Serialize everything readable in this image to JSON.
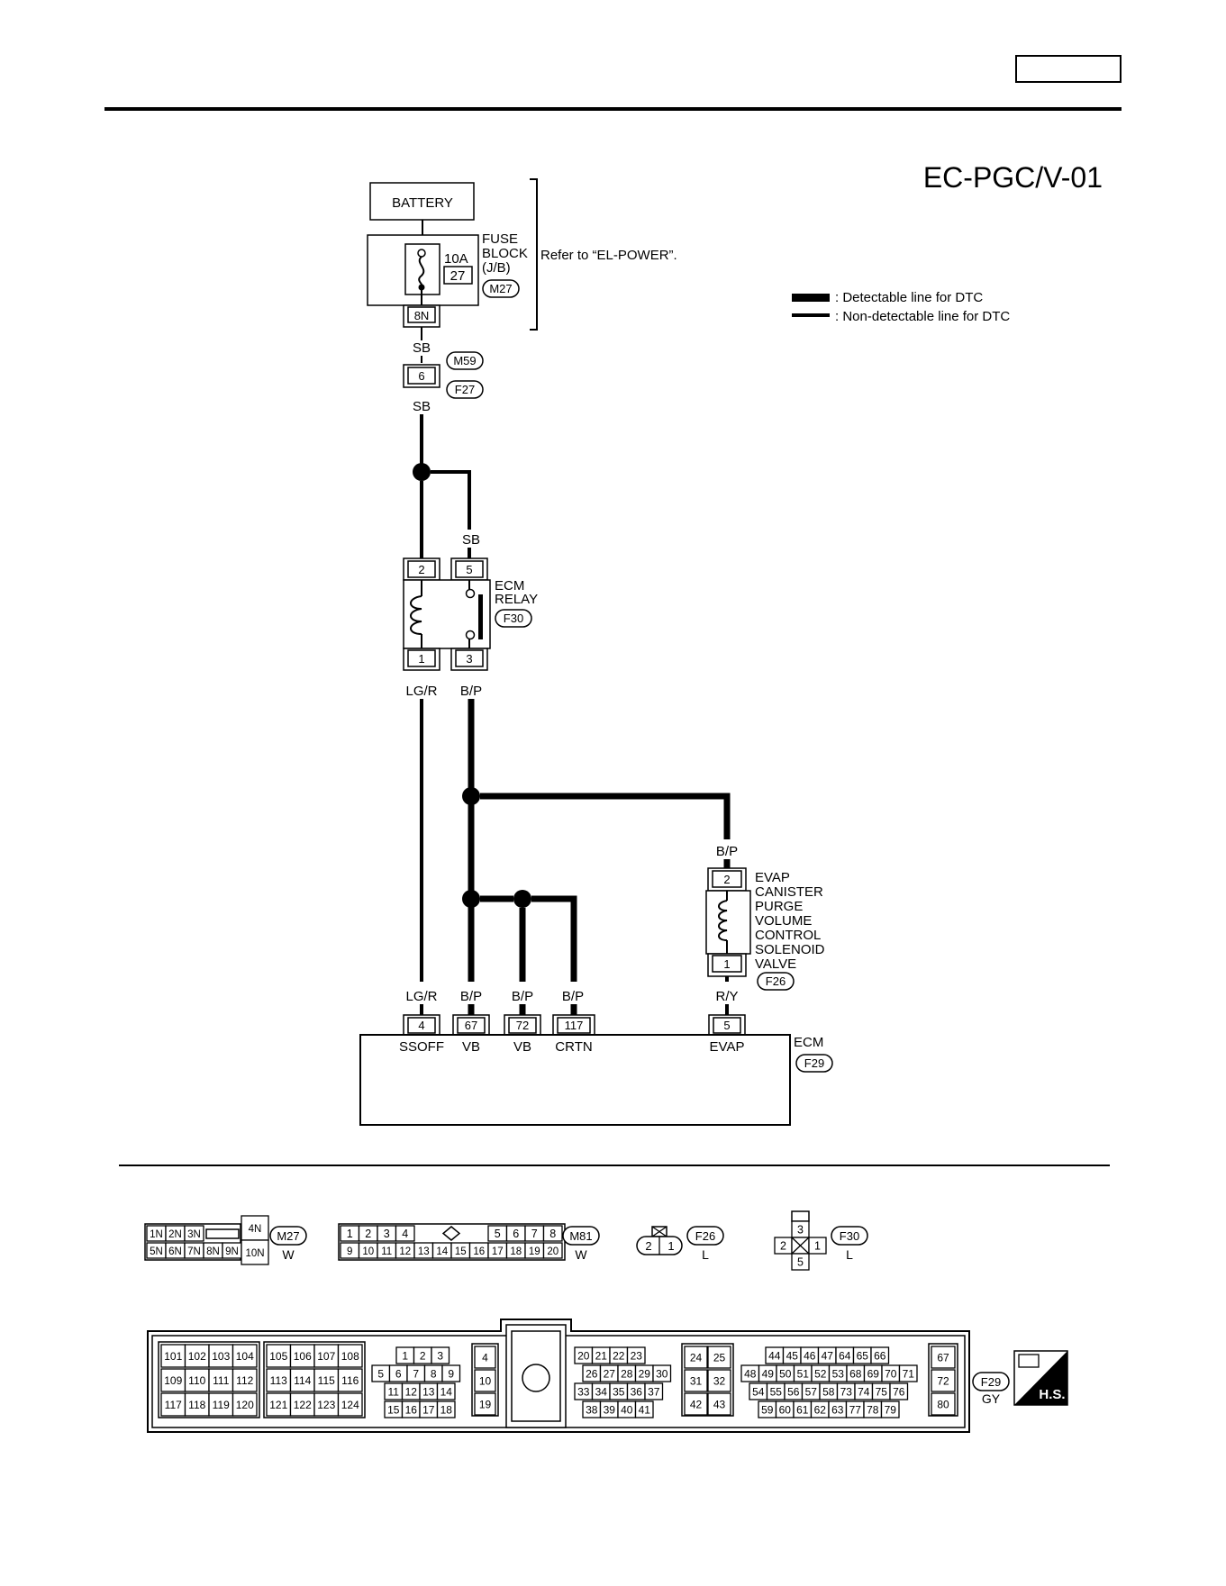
{
  "page": {
    "diagram_id": "EC-PGC/V-01"
  },
  "legend": {
    "detectable": ": Detectable line for DTC",
    "non_detectable": ": Non-detectable line for DTC"
  },
  "battery": {
    "label": "BATTERY"
  },
  "fuse_block": {
    "line1": "FUSE",
    "line2": "BLOCK",
    "line3": "(J/B)",
    "amp": "10A",
    "fuse_no": "27",
    "connector": "M27",
    "terminal": "8N",
    "refer": "Refer to “EL-POWER”."
  },
  "joint": {
    "wire_top": "SB",
    "pin": "6",
    "conn_top": "M59",
    "conn_bottom": "F27",
    "wire_bottom": "SB"
  },
  "ecm_relay": {
    "line1": "ECM",
    "line2": "RELAY",
    "connector": "F30",
    "wire_in": "SB",
    "pin_2": "2",
    "pin_5": "5",
    "pin_1": "1",
    "pin_3": "3",
    "wire_1": "LG/R",
    "wire_3": "B/P"
  },
  "evap_valve": {
    "lines": [
      "EVAP",
      "CANISTER",
      "PURGE",
      "VOLUME",
      "CONTROL",
      "SOLENOID",
      "VALVE"
    ],
    "connector": "F26",
    "wire_in": "B/P",
    "pin_2": "2",
    "pin_1": "1",
    "wire_out": "R/Y"
  },
  "ecm": {
    "label": "ECM",
    "connector": "F29",
    "terminals": [
      {
        "wire": "LG/R",
        "pin": "4",
        "name": "SSOFF"
      },
      {
        "wire": "B/P",
        "pin": "67",
        "name": "VB"
      },
      {
        "wire": "B/P",
        "pin": "72",
        "name": "VB"
      },
      {
        "wire": "B/P",
        "pin": "117",
        "name": "CRTN"
      },
      {
        "wire": "R/Y",
        "pin": "5",
        "name": "EVAP"
      }
    ]
  },
  "conn_m27": {
    "id": "M27",
    "color": "W",
    "top": [
      "1N",
      "2N",
      "3N"
    ],
    "bottom": [
      "5N",
      "6N",
      "7N",
      "8N",
      "9N"
    ],
    "side_top": "4N",
    "side_bottom": "10N"
  },
  "conn_m81": {
    "id": "M81",
    "color": "W",
    "top_left": [
      "1",
      "2",
      "3",
      "4"
    ],
    "top_right": [
      "5",
      "6",
      "7",
      "8"
    ],
    "bottom": [
      "9",
      "10",
      "11",
      "12",
      "13",
      "14",
      "15",
      "16",
      "17",
      "18",
      "19",
      "20"
    ]
  },
  "conn_f26": {
    "id": "F26",
    "color": "L",
    "pins": [
      "2",
      "1"
    ]
  },
  "conn_f30": {
    "id": "F30",
    "color": "L",
    "pins": [
      "3",
      "2",
      "1",
      "5"
    ]
  },
  "conn_f29": {
    "id": "F29",
    "color": "GY",
    "hs_label": "H.S.",
    "g1": [
      [
        "101",
        "102",
        "103",
        "104"
      ],
      [
        "109",
        "110",
        "111",
        "112"
      ],
      [
        "117",
        "118",
        "119",
        "120"
      ]
    ],
    "g2": [
      [
        "105",
        "106",
        "107",
        "108"
      ],
      [
        "113",
        "114",
        "115",
        "116"
      ],
      [
        "121",
        "122",
        "123",
        "124"
      ]
    ],
    "g3": [
      [
        "1",
        "2",
        "3"
      ],
      [
        "5",
        "6",
        "7",
        "8",
        "9"
      ],
      [
        "11",
        "12",
        "13",
        "14"
      ],
      [
        "15",
        "16",
        "17",
        "18"
      ]
    ],
    "g4": [
      "4",
      "10",
      "19"
    ],
    "g5": [
      [
        "20",
        "21",
        "22",
        "23"
      ],
      [
        "26",
        "27",
        "28",
        "29",
        "30"
      ],
      [
        "33",
        "34",
        "35",
        "36",
        "37"
      ],
      [
        "38",
        "39",
        "40",
        "41"
      ]
    ],
    "g6": [
      [
        "24",
        "25"
      ],
      [
        "31",
        "32"
      ],
      [
        "42",
        "43"
      ]
    ],
    "g7": [
      [
        "44",
        "45",
        "46",
        "47",
        "64",
        "65",
        "66"
      ],
      [
        "48",
        "49",
        "50",
        "51",
        "52",
        "53",
        "68",
        "69",
        "70",
        "71"
      ],
      [
        "54",
        "55",
        "56",
        "57",
        "58",
        "73",
        "74",
        "75",
        "76"
      ],
      [
        "59",
        "60",
        "61",
        "62",
        "63",
        "77",
        "78",
        "79"
      ]
    ],
    "g8": [
      "67",
      "72",
      "80"
    ]
  }
}
